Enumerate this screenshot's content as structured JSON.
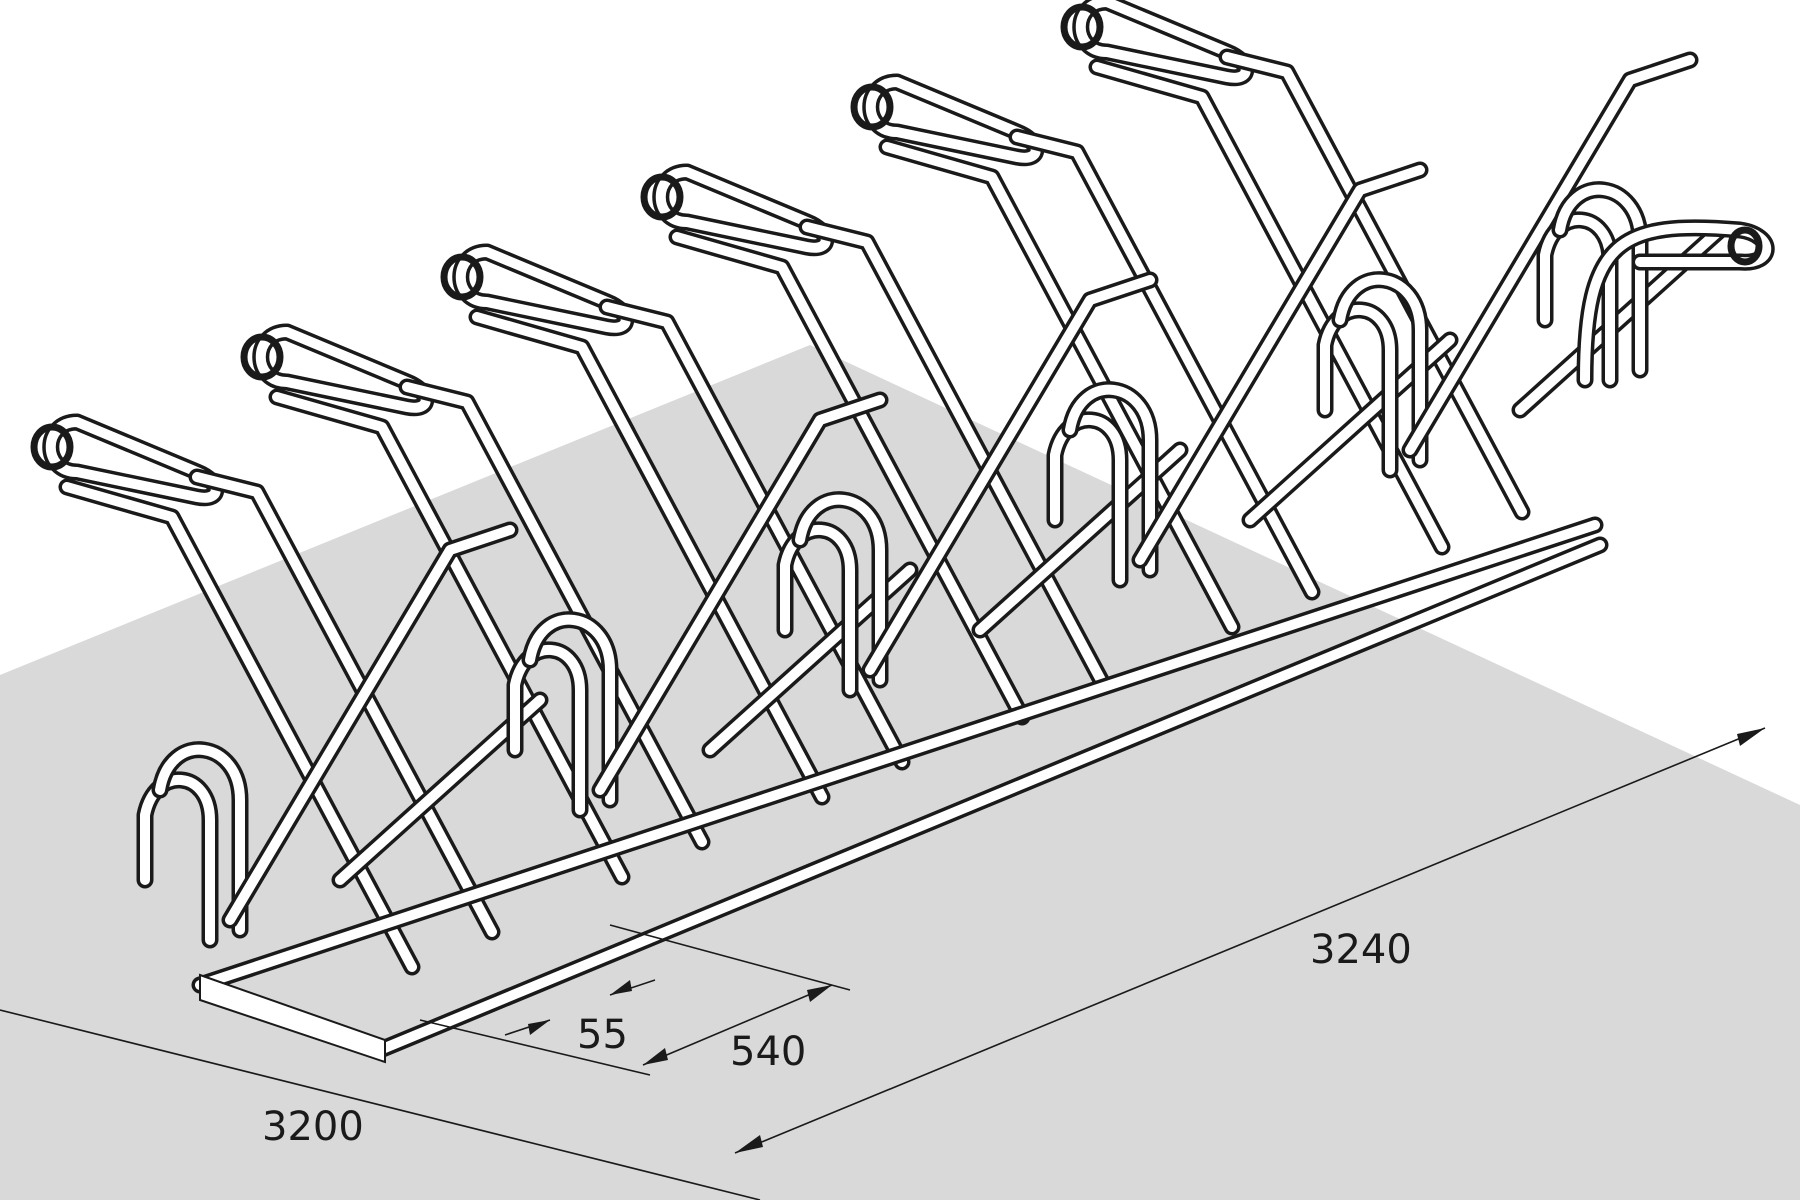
{
  "diagram": {
    "colors": {
      "floor": "#d9d9d9",
      "line": "#1a1a1a",
      "background": "#ffffff"
    },
    "dimensions": {
      "total_length": "3200",
      "floor_depth": "3240",
      "bay_spacing": "540",
      "tube_gap": "55"
    }
  }
}
